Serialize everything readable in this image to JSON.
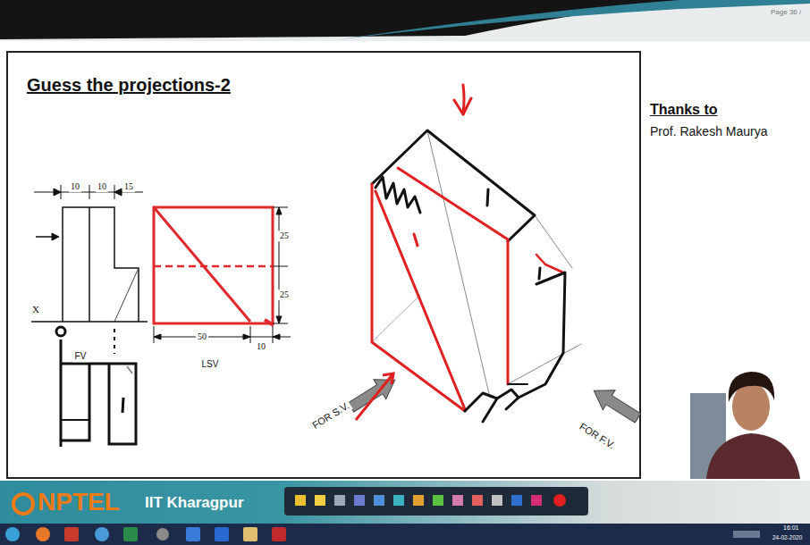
{
  "diagram": {
    "title": "Guess the projections-2",
    "labels": [
      "Page 36 /",
      "Thanks to",
      "Prof. Rakesh Maurya",
      "10",
      "10",
      "15",
      "25",
      "25",
      "X",
      "FV",
      "50",
      "10",
      "LSV",
      "FOR S.V.",
      "FOR F.V.",
      "NPTEL",
      "IIT Kharagpur",
      "16:01",
      "24-02-2020"
    ]
  }
}
